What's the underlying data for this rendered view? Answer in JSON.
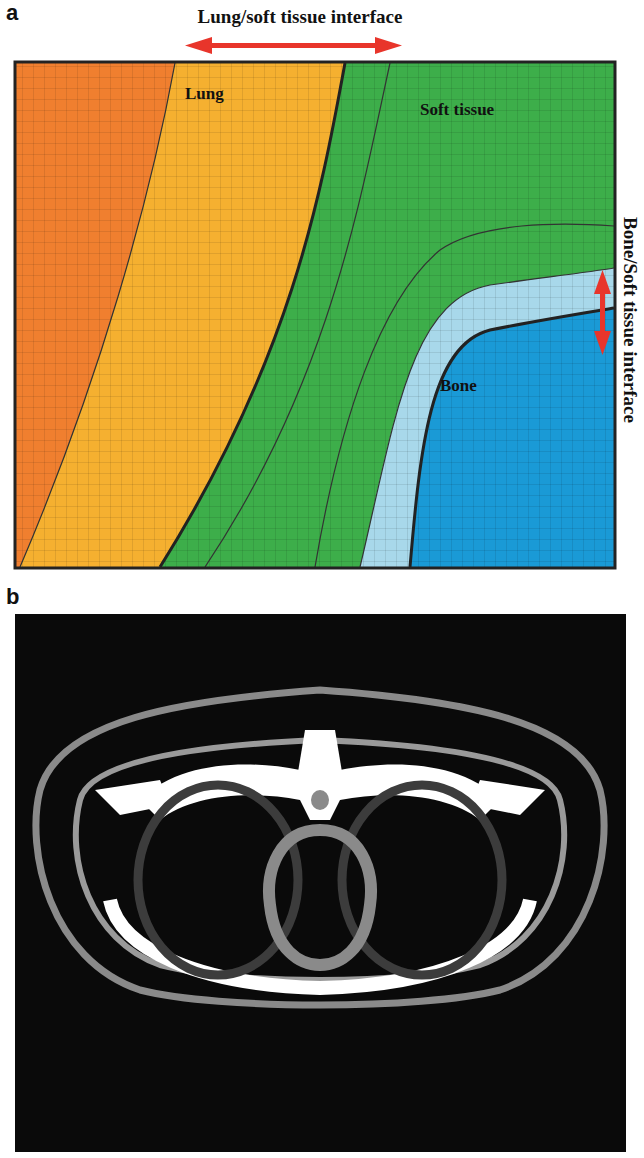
{
  "diagram": {
    "labels": [
      "a",
      "Lung/soft tissue interface",
      "Lung",
      "Soft tissue",
      "Bone",
      "Bone/Soft tissue interface",
      "b"
    ]
  }
}
